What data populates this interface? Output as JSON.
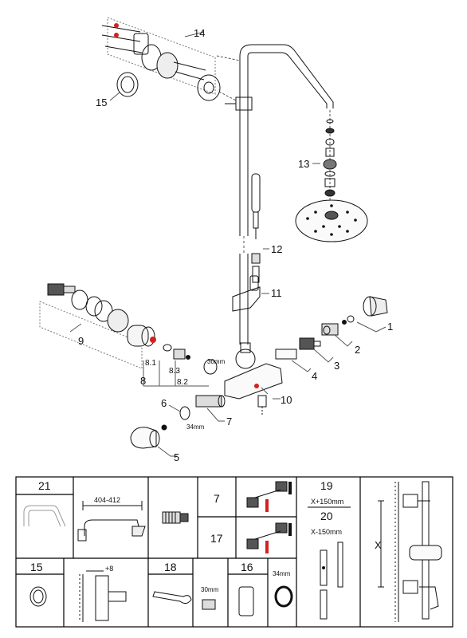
{
  "colors": {
    "ink": "#111111",
    "dark_part": "#333333",
    "cell_line": "#000000",
    "accent": "#d42020"
  },
  "callouts": {
    "c1": "1",
    "c2": "2",
    "c3": "3",
    "c4": "4",
    "c5": "5",
    "c6": "6",
    "c7": "7",
    "c8": "8",
    "c8_1": "8.1",
    "c8_2": "8.2",
    "c8_3": "8.3",
    "c9": "9",
    "c10": "10",
    "c11": "11",
    "c12": "12",
    "c13": "13",
    "c14": "14",
    "c15": "15"
  },
  "dimensions": {
    "d30": "30mm",
    "d34": "34mm"
  },
  "table": {
    "cell_21": "21",
    "dim_404_412": "404-412",
    "cell_7": "7",
    "cell_17": "17",
    "cell_19": "19",
    "x150_plus": "X+150mm",
    "cell_20": "20",
    "x150_minus": "X-150mm",
    "x_label": "X",
    "cell_15": "15",
    "plus8": "+8",
    "cell_18": "18",
    "d30": "30mm",
    "cell_16": "16",
    "d34": "34mm"
  }
}
